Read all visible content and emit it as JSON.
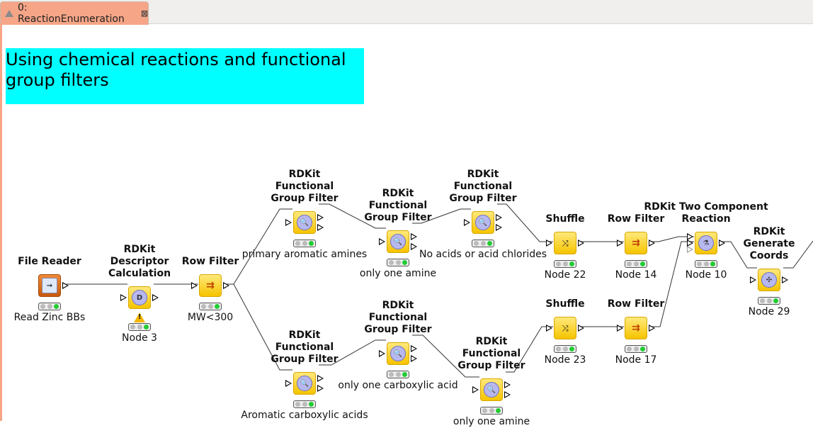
{
  "tab": {
    "title": "0: ReactionEnumeration",
    "icon": "knime-workflow-icon",
    "close_icon": "close-icon"
  },
  "annotation": "Using chemical reactions and functional group filters",
  "colors": {
    "annotation_bg": "#00ffff",
    "tab_bg": "#f6a587",
    "node_yellow": "#f5c400",
    "node_orange": "#c85a0a",
    "status_green": "#22cc33"
  },
  "nodes": [
    {
      "title": "File Reader",
      "label": "Read Zinc BBs",
      "status": "executed"
    },
    {
      "title": "RDKit Descriptor Calculation",
      "label": "Node 3",
      "status": "executed",
      "warning": true
    },
    {
      "title": "Row Filter",
      "label": "MW<300",
      "status": "executed"
    },
    {
      "title": "RDKit Functional Group Filter",
      "label": "primary aromatic amines",
      "status": "executed"
    },
    {
      "title": "RDKit Functional Group Filter",
      "label": "only one amine",
      "status": "executed"
    },
    {
      "title": "RDKit Functional Group Filter",
      "label": "No acids or acid chlorides",
      "status": "executed"
    },
    {
      "title": "Shuffle",
      "label": "Node 22",
      "status": "executed"
    },
    {
      "title": "Row Filter",
      "label": "Node 14",
      "status": "executed"
    },
    {
      "title": "RDKit Two Component Reaction",
      "label": "Node 10",
      "status": "executed"
    },
    {
      "title": "RDKit Generate Coords",
      "label": "Node 29",
      "status": "executed"
    },
    {
      "title": "RDKit Functional Group Filter",
      "label": "Aromatic carboxylic acids",
      "status": "executed"
    },
    {
      "title": "RDKit Functional Group Filter",
      "label": "only one carboxylic acid",
      "status": "executed"
    },
    {
      "title": "RDKit Functional Group Filter",
      "label": "only one amine",
      "status": "executed"
    },
    {
      "title": "Shuffle",
      "label": "Node 23",
      "status": "executed"
    },
    {
      "title": "Row Filter",
      "label": "Node 17",
      "status": "executed"
    }
  ]
}
